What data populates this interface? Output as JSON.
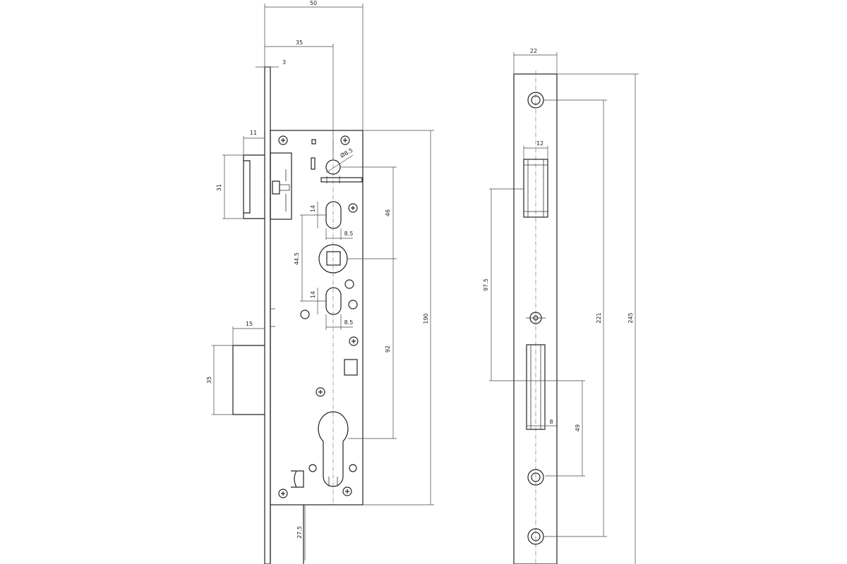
{
  "left_view": {
    "dim_width_total": "50",
    "dim_backset": "35",
    "dim_faceplate_thickness": "3",
    "dim_latch_projection": "11",
    "dim_latch_height": "31",
    "dim_hole_dia": "Ø8.5",
    "dim_slot_height_top": "14",
    "dim_slot_width_top": "8.5",
    "dim_spindle_to_top": "46",
    "dim_slot_spacing": "44.5",
    "dim_slot_height_bottom": "14",
    "dim_slot_width_bottom": "8.5",
    "dim_case_height": "190",
    "dim_spindle_to_cylinder": "92",
    "dim_bolt_projection": "15",
    "dim_bolt_height": "35",
    "dim_faceplate_end": "27.5"
  },
  "right_view": {
    "dim_faceplate_width": "22",
    "dim_latch_opening_width": "12",
    "dim_latch_to_hole": "97.5",
    "dim_screw_spacing": "221",
    "dim_faceplate_length": "245",
    "dim_bolt_opening_width": "8",
    "dim_bolt_opening_height": "49"
  }
}
